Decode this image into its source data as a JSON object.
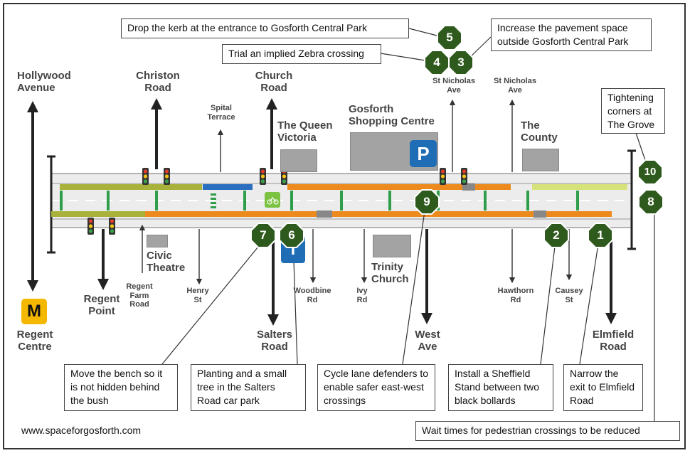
{
  "callouts": {
    "drop_kerb": "Drop the kerb at the entrance to Gosforth Central Park",
    "implied_zebra": "Trial an implied Zebra crossing",
    "pavement_space": "Increase the pavement space outside Gosforth Central Park",
    "tightening": "Tightening corners at The Grove",
    "move_bench": "Move the bench so it is not hidden behind the bush",
    "planting": "Planting and a small tree in the Salters Road car park",
    "cycle_defenders": "Cycle lane defenders to enable safer east-west crossings",
    "sheffield_stand": "Install a Sheffield Stand between two black bollards",
    "narrow_exit": "Narrow the exit to Elmfield Road",
    "wait_times": "Wait times for pedestrian crossings to be reduced"
  },
  "badges": {
    "b1": "1",
    "b2": "2",
    "b3": "3",
    "b4": "4",
    "b5": "5",
    "b6": "6",
    "b7": "7",
    "b8": "8",
    "b9": "9",
    "b10": "10"
  },
  "labels": {
    "hollywood": "Hollywood\nAvenue",
    "christon": "Christon\nRoad",
    "spital": "Spital\nTerrace",
    "church": "Church\nRoad",
    "queen_victoria": "The Queen\nVictoria",
    "gosforth_sc": "Gosforth\nShopping Centre",
    "st_nicholas_1": "St Nicholas\nAve",
    "st_nicholas_2": "St Nicholas\nAve",
    "the_county": "The\nCounty",
    "regent_centre": "Regent\nCentre",
    "regent_point": "Regent\nPoint",
    "regent_farm": "Regent\nFarm\nRoad",
    "civic_theatre": "Civic\nTheatre",
    "henry": "Henry\nSt",
    "salters": "Salters\nRoad",
    "woodbine": "Woodbine\nRd",
    "ivy": "Ivy\nRd",
    "trinity": "Trinity\nChurch",
    "west_ave": "West\nAve",
    "hawthorn": "Hawthorn\nRd",
    "causey": "Causey\nSt",
    "elmfield": "Elmfield\nRoad"
  },
  "signs": {
    "metro": "M",
    "parking": "P",
    "info": "i"
  },
  "website": "www.spaceforgosforth.com",
  "colors": {
    "badge_green": "#2f5a1e",
    "orange_lane": "#ec8a1d",
    "olive_lane": "#a8b23a",
    "green_marker": "#2e9e4a",
    "blue_bay": "#2a6fbf"
  }
}
